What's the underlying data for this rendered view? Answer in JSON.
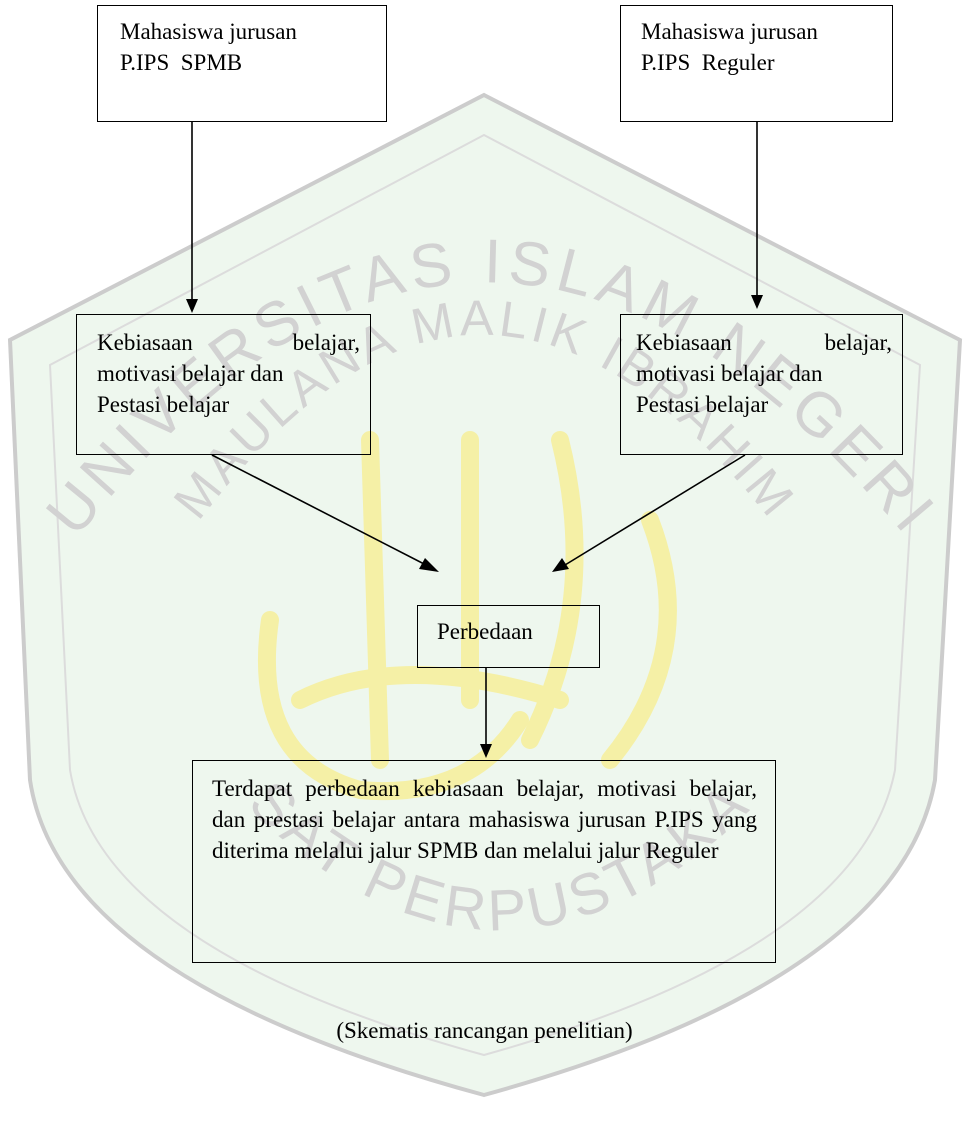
{
  "watermark": {
    "arc_top_text": "UNIVERSITAS ISLAM NEGERI",
    "arc_middle_text": "MAULANA MALIK IBRAHIM",
    "arc_bottom_text": "PUSAT PERPUSTAKAAN",
    "colors": {
      "fill": "#eef7ee",
      "outline": "#cccccc",
      "text": "#d2d2d2",
      "calligraphy": "#f5f0a6"
    }
  },
  "diagram": {
    "sources": [
      {
        "label": "Mahasiswa jurusan P.IPS  SPMB",
        "line1": "Mahasiswa jurusan",
        "line2": "P.IPS  SPMB"
      },
      {
        "label": "Mahasiswa jurusan P.IPS  Reguler",
        "line1": "Mahasiswa jurusan",
        "line2": "P.IPS  Reguler"
      }
    ],
    "factors": [
      {
        "line1": "Kebiasaan belajar,",
        "line2": "motivasi belajar dan",
        "line3": "Pestasi belajar"
      },
      {
        "line1": "Kebiasaan belajar,",
        "line2": "motivasi belajar dan",
        "line3": "Pestasi belajar"
      }
    ],
    "comparison": "Perbedaan",
    "conclusion": "Terdapat perbedaan kebiasaan belajar, motivasi belajar, dan prestasi belajar antara mahasiswa jurusan P.IPS yang diterima melalui jalur SPMB dan melalui jalur Reguler",
    "caption": "(Skematis rancangan penelitian)"
  }
}
